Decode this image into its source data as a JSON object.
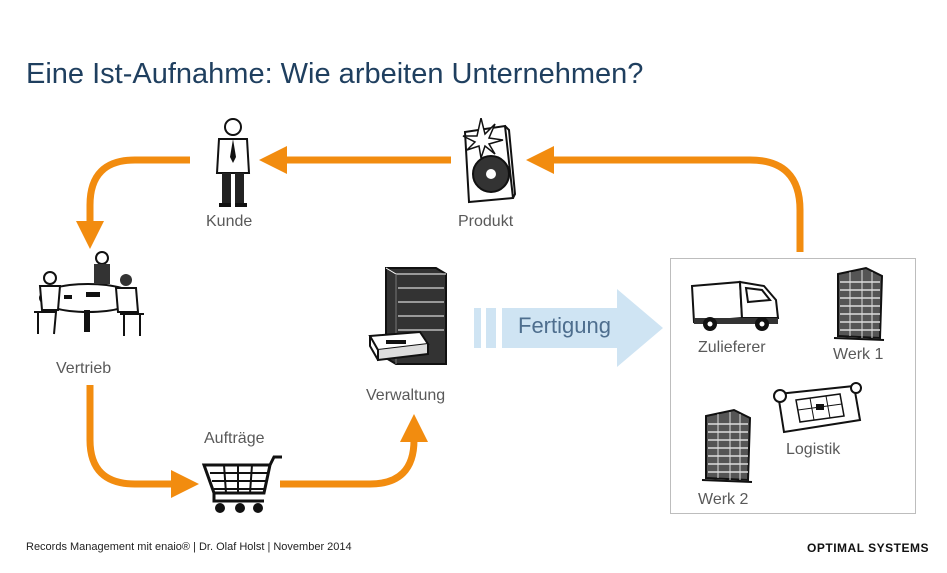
{
  "title": "Eine Ist-Aufnahme: Wie arbeiten Unternehmen?",
  "nodes": {
    "kunde": "Kunde",
    "produkt": "Produkt",
    "vertrieb": "Vertrieb",
    "auftraege": "Aufträge",
    "verwaltung": "Verwaltung",
    "fertigung": "Fertigung",
    "zulieferer": "Zulieferer",
    "werk1": "Werk 1",
    "werk2": "Werk 2",
    "logistik": "Logistik"
  },
  "icons": {
    "kunde": "businessman-icon",
    "produkt": "cd-box-icon",
    "vertrieb": "meeting-table-icon",
    "auftraege": "shopping-cart-icon",
    "verwaltung": "server-rack-icon",
    "zulieferer": "delivery-van-icon",
    "werk1": "factory-building-icon",
    "werk2": "factory-building-icon",
    "logistik": "blueprint-map-icon"
  },
  "colors": {
    "flow_arrow": "#f28c0f",
    "fertigung_arrow": "#cfe4f3",
    "title": "#1f3f5f"
  },
  "footer": {
    "text": "Records Management mit enaio®  |  Dr. Olaf Holst  |  November 2014",
    "brand": "OPTIMAL SYSTEMS"
  }
}
